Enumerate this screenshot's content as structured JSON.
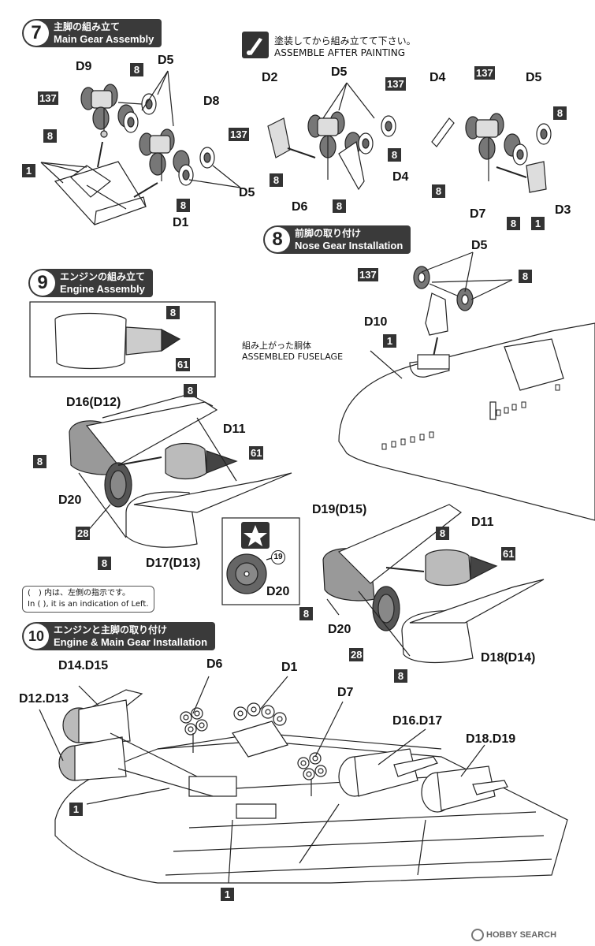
{
  "steps": [
    {
      "num": "7",
      "jp": "主脚の組み立て",
      "en": "Main Gear Assembly"
    },
    {
      "num": "8",
      "jp": "前脚の取り付け",
      "en": "Nose Gear Installation"
    },
    {
      "num": "9",
      "jp": "エンジンの組み立て",
      "en": "Engine Assembly"
    },
    {
      "num": "10",
      "jp": "エンジンと主脚の取り付け",
      "en": "Engine & Main Gear Installation"
    }
  ],
  "paint_note": {
    "jp": "塗装してから組み立てて下さい。",
    "en": "ASSEMBLE AFTER PAINTING"
  },
  "fuselage_note": {
    "jp": "組み上がった胴体",
    "en": "ASSEMBLED FUSELAGE"
  },
  "left_note": {
    "jp": "(　) 内は、左側の指示です。",
    "en": "In (  ), it is an indication of Left."
  },
  "parts": {
    "d9": "D9",
    "d5": "D5",
    "d8": "D8",
    "d1": "D1",
    "d2": "D2",
    "d4": "D4",
    "d6": "D6",
    "d7": "D7",
    "d3": "D3",
    "d10": "D10",
    "d16_12": "D16(D12)",
    "d11": "D11",
    "d20": "D20",
    "d17_13": "D17(D13)",
    "d19_15": "D19(D15)",
    "d18_14": "D18(D14)",
    "d14_15": "D14.D15",
    "d12_13": "D12.D13",
    "d16_17": "D16.D17",
    "d18_19": "D18.D19"
  },
  "colors": {
    "c137": "137",
    "c8": "8",
    "c1": "1",
    "c61": "61",
    "c28": "28",
    "c19": "19"
  },
  "icons": {
    "paint": "paint-brush-icon",
    "star": "star-icon"
  },
  "watermark": "HOBBY SEARCH"
}
